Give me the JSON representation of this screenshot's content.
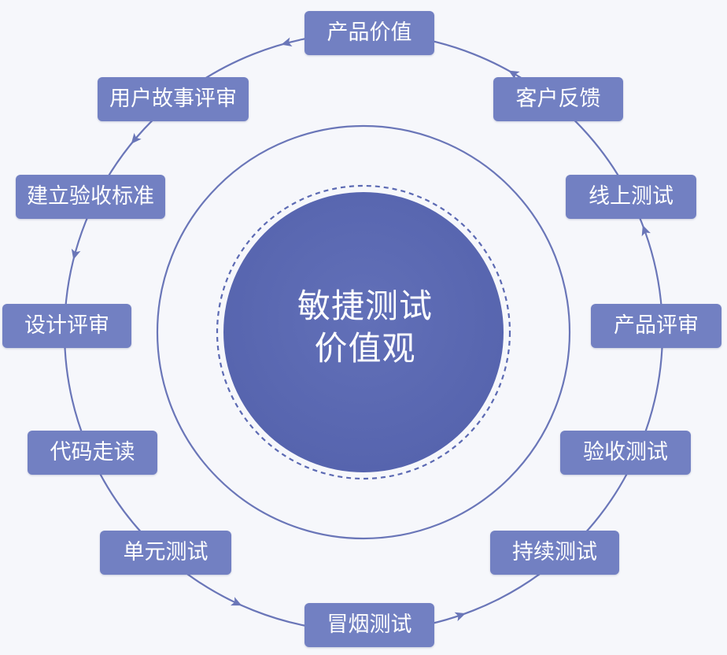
{
  "center": {
    "line1": "敏捷测试",
    "line2": "价值观"
  },
  "steps": [
    "产品价值",
    "客户反馈",
    "线上测试",
    "产品评审",
    "验收测试",
    "持续测试",
    "冒烟测试",
    "单元测试",
    "代码走读",
    "设计评审",
    "建立验收标准",
    "用户故事评审"
  ],
  "colors": {
    "node_fill": "#7280c2",
    "ring_stroke": "#6a76b8",
    "core_fill": "#5c6ab3",
    "background": "#f6f7fb"
  },
  "flow_direction": "counter-clockwise"
}
